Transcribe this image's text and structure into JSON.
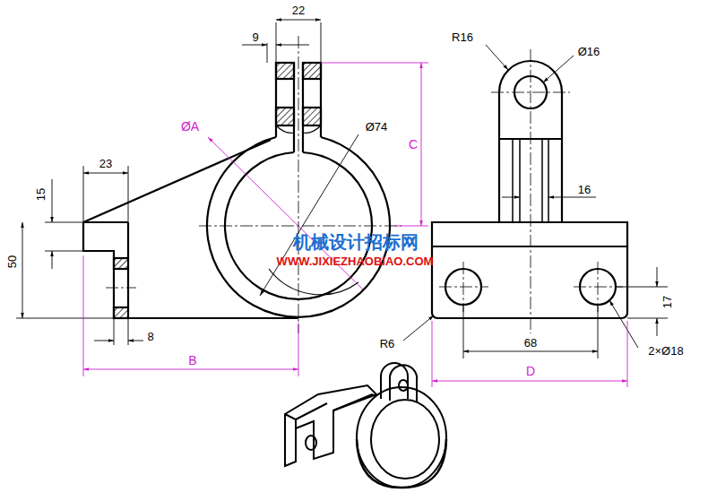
{
  "diagram": {
    "labels": [
      "22",
      "9",
      "ØA",
      "Ø74",
      "C",
      "23",
      "15",
      "50",
      "8",
      "B",
      "R16",
      "Ø16",
      "16",
      "R6",
      "68",
      "17",
      "2×Ø18",
      "D",
      "机械设计招标网",
      "WWW.JIXIEZHAOBIAO.COM"
    ]
  }
}
